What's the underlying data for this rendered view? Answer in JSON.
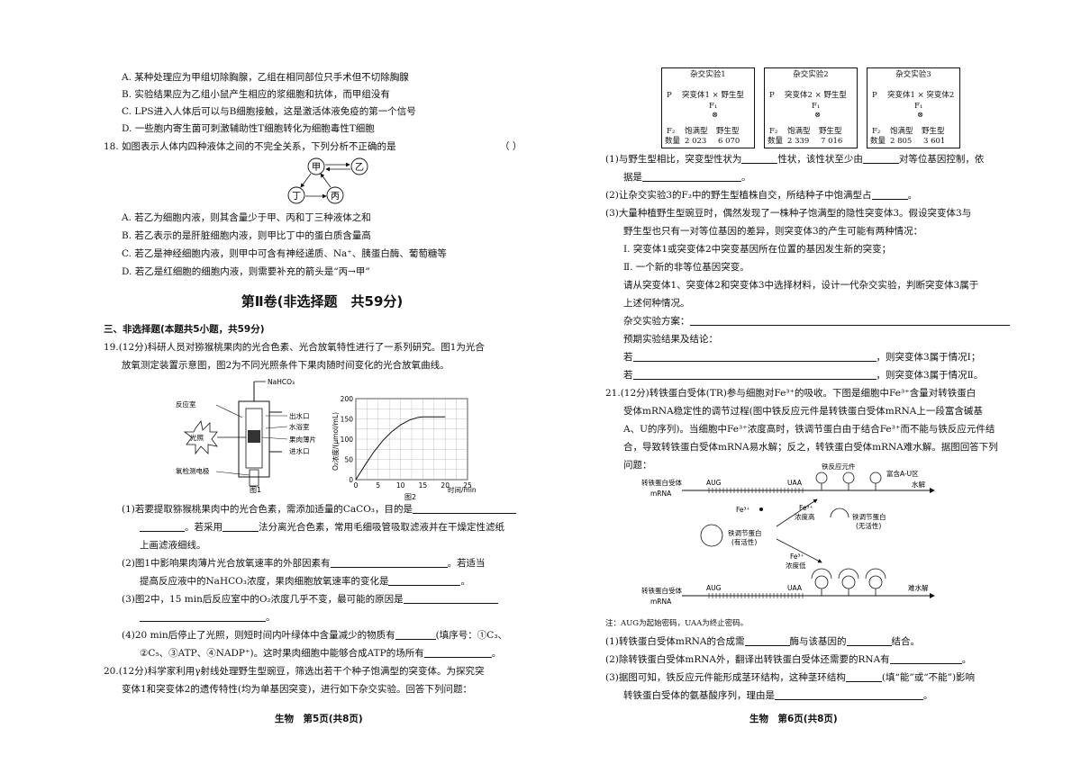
{
  "left": {
    "q17": {
      "a": "A. 某种处理应为甲组切除胸腺，乙组在相同部位只手术但不切除胸腺",
      "b": "B. 实验结果应为乙组小鼠产生相应的浆细胞和抗体，而甲组没有",
      "c": "C. LPS进入人体后可以与B细胞接触，这是激活体液免疫的第一个信号",
      "d": "D. 一些胞内寄生菌可刺激辅助性T细胞转化为细胞毒性T细胞"
    },
    "q18": {
      "stem": "18. 如图表示人体内四种液体之间的不完全关系，下列分析不正确的是",
      "paren": "（      ）",
      "nodes": [
        "甲",
        "乙",
        "丁",
        "丙"
      ],
      "a": "A. 若乙为细胞内液，则其含量少于甲、丙和丁三种液体之和",
      "b": "B. 若乙表示的是肝脏细胞内液，则甲比丁中的蛋白质含量高",
      "c": "C. 若乙是神经细胞内液，则甲中可含有神经递质、Na⁺、胰蛋白酶、葡萄糖等",
      "d": "D. 若乙是红细胞的细胞内液，则需要补充的箭头是“丙→甲”"
    },
    "section_title": "第Ⅱ卷(非选择题　共59分)",
    "section_head": "三、非选择题(本题共5小题，共59分)",
    "q19": {
      "l1": "19.(12分)科研人员对猕猴桃果肉的光合色素、光合放氧特性进行了一系列研究。图1为光合",
      "l2": "放氧测定装置示意图，图2为不同光照条件下果肉随时间变化的光合放氧曲线。",
      "fig1": {
        "nahco3": "NaHCO₃",
        "reaction": "反应室",
        "light": "光照",
        "electrode": "氧检测电极",
        "out": "出水口",
        "bath": "水浴室",
        "slice": "果肉薄片",
        "in": "进水口",
        "caption": "图1"
      },
      "fig2": {
        "ylabel": "O₂浓度/(μmol/mL)",
        "xlabel": "时间/min",
        "caption": "图2"
      },
      "s1a": "(1)若要提取猕猴桃果肉中的光合色素，需添加适量的CaCO₃，目的是",
      "s1b": "。若采用",
      "s1c": "法分离光合色素，常用毛细吸管吸取滤液并在干燥定性滤纸",
      "s1d": "上画滤液细线。",
      "s2a": "(2)图1中影响果肉薄片光合放氧速率的外部因素有",
      "s2b": "。若适当",
      "s2c": "提高反应液中的NaHCO₃浓度，果肉细胞放氧速率的变化是",
      "s2d": "。",
      "s3a": "(3)图2中，15 min后反应室中的O₂浓度几乎不变，最可能的原因是",
      "s3b": "。",
      "s4a": "(4)20 min后停止了光照，则短时间内叶绿体中含量减少的物质有",
      "s4b": "(填序号：①C₃、",
      "s4c": "②C₅、③ATP、④NADP⁺)。这时果肉细胞中能够合成ATP的场所有",
      "s4d": "。"
    },
    "q20": {
      "l1": "20.(12分)科学家利用γ射线处理野生型豌豆，筛选出若干个种子饱满型的突变体。为探究突",
      "l2": "变体1和突变体2的遗传特性(均为单基因突变)，进行如下杂交实验。回答下列问题："
    },
    "footer": "生物　第5页(共8页)"
  },
  "right": {
    "crosses": [
      {
        "title": "杂交实验1",
        "p": "P",
        "parents": "突变体1 × 野生型",
        "f1": "F₁",
        "f2": "F₂",
        "a": "饱满型",
        "b": "野生型",
        "q": "数量",
        "na": "2 023",
        "nb": "6 070"
      },
      {
        "title": "杂交实验2",
        "p": "P",
        "parents": "突变体2 × 野生型",
        "f1": "F₁",
        "f2": "F₂",
        "a": "饱满型",
        "b": "野生型",
        "q": "数量",
        "na": "2 339",
        "nb": "7 016"
      },
      {
        "title": "杂交实验3",
        "p": "P",
        "parents": "突变体1 × 突变体2",
        "f1": "F₁",
        "f2": "F₂",
        "a": "饱满型",
        "b": "野生型",
        "q": "数量",
        "na": "2 805",
        "nb": "3 601"
      }
    ],
    "q20": {
      "s1a": "(1)与野生型相比，突变型性状为",
      "s1b": "性状，该性状至少由",
      "s1c": "对等位基因控制，依",
      "s1d": "据是",
      "s1e": "。",
      "s2a": "(2)让杂交实验3的F₂中的野生型植株自交，所结种子中饱满型占",
      "s2b": "。",
      "s3a": "(3)大量种植野生型豌豆时，偶然发现了一株种子饱满型的隐性突变体3。假设突变体3与",
      "s3b": "野生型也只有一对等位基因的差异，则突变体3的产生可能有两种情况：",
      "s3c": "Ⅰ. 突变体1或突变体2中突变基因所在位置的基因发生新的突变；",
      "s3d": "Ⅱ. 一个新的非等位基因突变。",
      "s3e": "请从突变体1、突变体2和突变体3中选择材料，设计一代杂交实验，判断突变体3属于",
      "s3f": "上述何种情况。",
      "s3g": "杂交实验方案：",
      "s3h": "预期实验结果及结论：",
      "s3i": "若",
      "s3j": "，则突变体3属于情况Ⅰ；",
      "s3k": "若",
      "s3l": "，则突变体3属于情况Ⅱ。"
    },
    "q21": {
      "l1": "21.(12分)转铁蛋白受体(TR)参与细胞对Fe³⁺的吸收。下图是细胞中Fe³⁺含量对转铁蛋白",
      "l2": "受体mRNA稳定性的调节过程(图中铁反应元件是转铁蛋白受体mRNA上一段富含碱基",
      "l3": "A、U的序列)。当细胞中Fe³⁺浓度高时，铁调节蛋白由于结合Fe³⁺而不能与铁反应元件结",
      "l4": "合，导致转铁蛋白受体mRNA易水解；反之，转铁蛋白受体mRNA难水解。据图回答下列",
      "l5": "问题：",
      "fig": {
        "ire": "铁反应元件",
        "au": "富含A-U区",
        "mrna1a": "转铁蛋白受体",
        "mrna1b": "mRNA",
        "aug": "AUG",
        "uaa": "UAA",
        "hydro": "水解",
        "fe": "Fe³⁺",
        "fehigh1": "Fe³⁺",
        "fehigh2": "浓度高",
        "irpactive1": "铁调节蛋白",
        "irpactive2": "(有活性)",
        "irpinactive1": "铁调节蛋白",
        "irpinactive2": "(无活性)",
        "felow1": "Fe³⁺",
        "felow2": "浓度低",
        "mrna2a": "转铁蛋白受体",
        "mrna2b": "mRNA",
        "hard": "难水解"
      },
      "note": "注：AUG为起始密码，UAA为终止密码。",
      "s1a": "(1)转铁蛋白受体mRNA的合成需",
      "s1b": "酶与该基因的",
      "s1c": "结合。",
      "s2a": "(2)除转铁蛋白受体mRNA外，翻译出转铁蛋白受体还需要的RNA有",
      "s2b": "。",
      "s3a": "(3)据图可知，铁反应元件能形成茎环结构，这种茎环结构",
      "s3b": "(填“能”或“不能”)影响",
      "s3c": "转铁蛋白受体的氨基酸序列，理由是",
      "s3d": "。"
    },
    "footer": "生物　第6页(共8页)"
  },
  "chart_data": {
    "type": "line",
    "title": "",
    "xlabel": "时间/min",
    "ylabel": "O₂浓度/(μmol/mL)",
    "x_ticks": [
      0,
      5,
      10,
      15,
      20,
      25
    ],
    "y_ticks": [
      0,
      50,
      100,
      150,
      200
    ],
    "xlim": [
      0,
      25
    ],
    "ylim": [
      0,
      200
    ],
    "grid": true,
    "series": [
      {
        "x": [
          0,
          2,
          4,
          6,
          8,
          10,
          12,
          14,
          15,
          17,
          20
        ],
        "y": [
          0,
          35,
          68,
          96,
          118,
          135,
          147,
          154,
          155,
          155,
          155
        ]
      }
    ]
  }
}
